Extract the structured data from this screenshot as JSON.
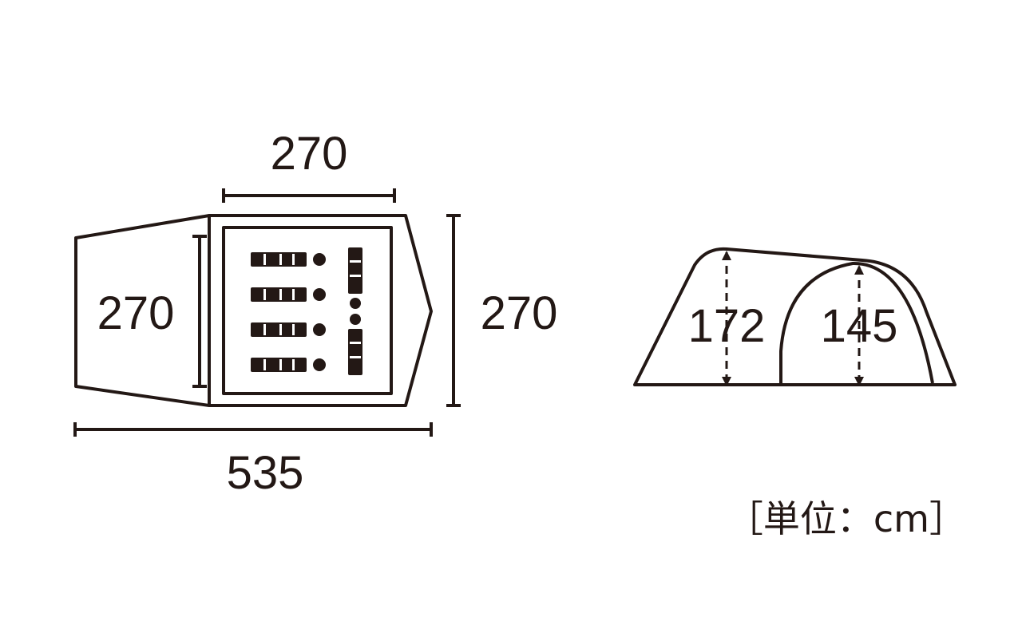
{
  "plan_view": {
    "top_width": "270",
    "left_depth": "270",
    "right_depth": "270",
    "total_length": "535",
    "sleeping_capacity": 4
  },
  "side_view": {
    "front_height": "172",
    "inner_height": "145"
  },
  "unit_label": "［単位：cm］",
  "colors": {
    "line": "#231815",
    "background": "#ffffff"
  }
}
